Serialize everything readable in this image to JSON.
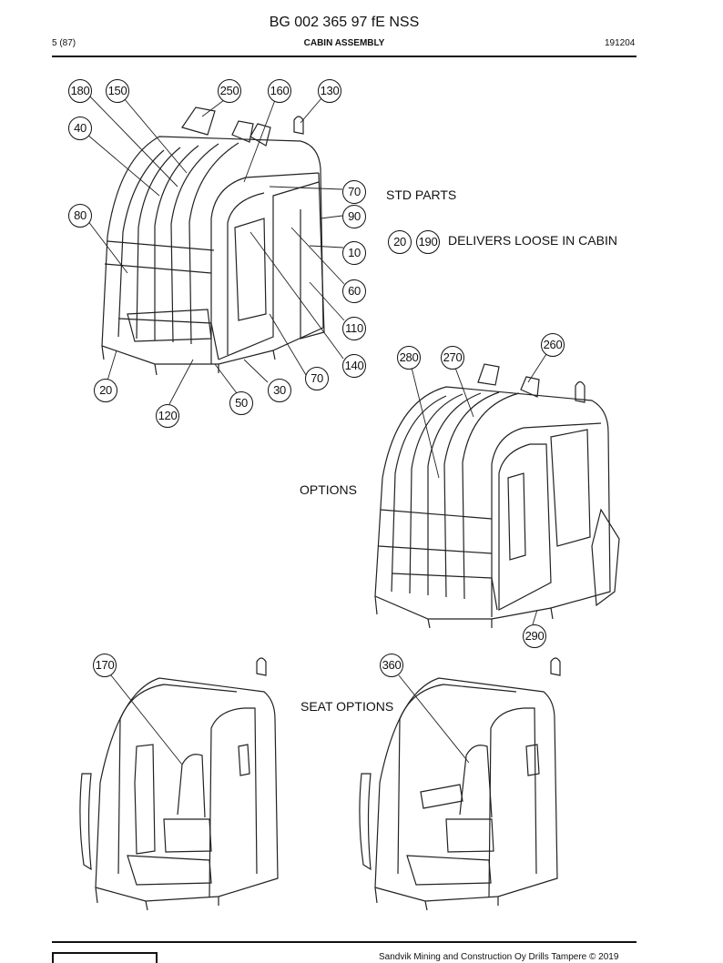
{
  "header": {
    "doc_title": "BG 002 365 97 fE NSS",
    "page": "5 (87)",
    "section": "CABIN ASSEMBLY",
    "date": "191204"
  },
  "labels": {
    "std_parts": "STD PARTS",
    "delivers_loose": "DELIVERS LOOSE IN CABIN",
    "options": "OPTIONS",
    "seat_options": "SEAT OPTIONS"
  },
  "callouts": {
    "c180": "180",
    "c150": "150",
    "c250": "250",
    "c160": "160",
    "c130": "130",
    "c40": "40",
    "c70a": "70",
    "c90": "90",
    "c80": "80",
    "c10": "10",
    "c60": "60",
    "c110": "110",
    "c140": "140",
    "c70b": "70",
    "c30": "30",
    "c50": "50",
    "c20": "20",
    "c120": "120",
    "loose20": "20",
    "loose190": "190",
    "c280": "280",
    "c270": "270",
    "c260": "260",
    "c290": "290",
    "c170": "170",
    "c360": "360"
  },
  "footer": {
    "copyright": "Sandvik Mining and Construction Oy Drills Tampere © 2019"
  }
}
